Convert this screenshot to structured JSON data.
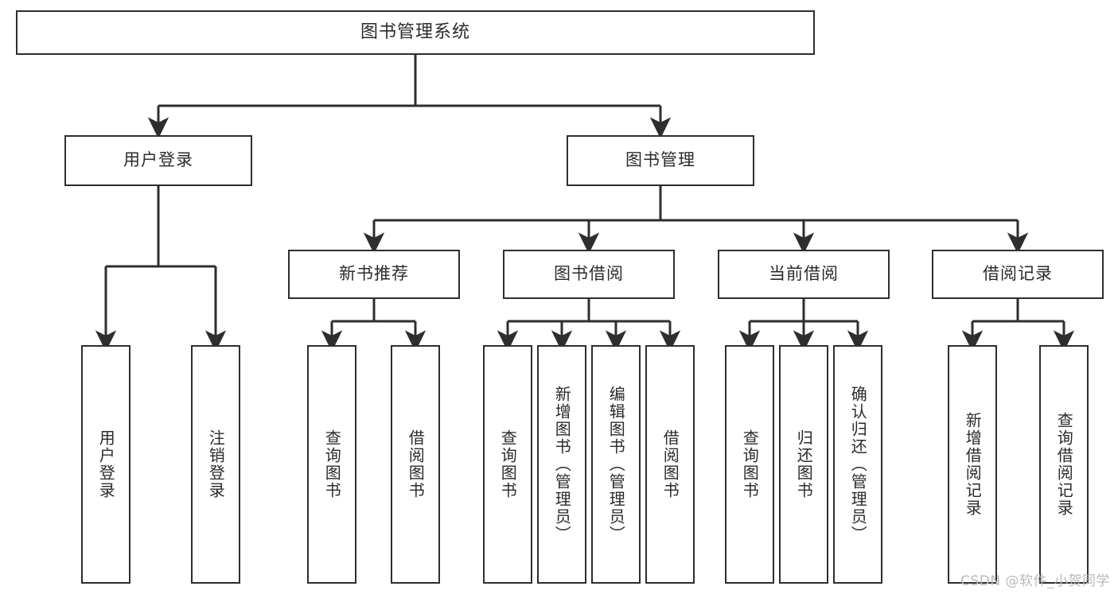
{
  "diagram": {
    "title": "图书管理系统",
    "type": "tree",
    "root": {
      "id": "root",
      "label": "图书管理系统",
      "orientation": "horizontal"
    },
    "level2": [
      {
        "id": "user-login",
        "label": "用户登录",
        "orientation": "horizontal"
      },
      {
        "id": "book-manage",
        "label": "图书管理",
        "orientation": "horizontal"
      }
    ],
    "level3": [
      {
        "id": "new-book-recommend",
        "label": "新书推荐",
        "orientation": "horizontal",
        "parent": "book-manage"
      },
      {
        "id": "book-borrow",
        "label": "图书借阅",
        "orientation": "horizontal",
        "parent": "book-manage"
      },
      {
        "id": "current-borrow",
        "label": "当前借阅",
        "orientation": "horizontal",
        "parent": "book-manage"
      },
      {
        "id": "borrow-record",
        "label": "借阅记录",
        "orientation": "horizontal",
        "parent": "book-manage"
      }
    ],
    "leaves": [
      {
        "id": "leaf-user-login",
        "label": "用户登录",
        "orientation": "vertical",
        "parent": "user-login"
      },
      {
        "id": "leaf-logout-login",
        "label": "注销登录",
        "orientation": "vertical",
        "parent": "user-login"
      },
      {
        "id": "leaf-query-book-1",
        "label": "查询图书",
        "orientation": "vertical",
        "parent": "new-book-recommend"
      },
      {
        "id": "leaf-borrow-book-1",
        "label": "借阅图书",
        "orientation": "vertical",
        "parent": "new-book-recommend"
      },
      {
        "id": "leaf-query-book-2",
        "label": "查询图书",
        "orientation": "vertical",
        "parent": "book-borrow"
      },
      {
        "id": "leaf-add-book",
        "label": "新增图书（管理员）",
        "orientation": "vertical",
        "parent": "book-borrow"
      },
      {
        "id": "leaf-edit-book",
        "label": "编辑图书（管理员）",
        "orientation": "vertical",
        "parent": "book-borrow"
      },
      {
        "id": "leaf-borrow-book-2",
        "label": "借阅图书",
        "orientation": "vertical",
        "parent": "book-borrow"
      },
      {
        "id": "leaf-query-book-3",
        "label": "查询图书",
        "orientation": "vertical",
        "parent": "current-borrow"
      },
      {
        "id": "leaf-return-book",
        "label": "归还图书",
        "orientation": "vertical",
        "parent": "current-borrow"
      },
      {
        "id": "leaf-confirm-return",
        "label": "确认归还（管理员）",
        "orientation": "vertical",
        "parent": "current-borrow"
      },
      {
        "id": "leaf-add-record",
        "label": "新增借阅记录",
        "orientation": "vertical",
        "parent": "borrow-record"
      },
      {
        "id": "leaf-query-record",
        "label": "查询借阅记录",
        "orientation": "vertical",
        "parent": "borrow-record"
      }
    ],
    "edges": [
      {
        "from": "root",
        "to": "user-login"
      },
      {
        "from": "root",
        "to": "book-manage"
      },
      {
        "from": "user-login",
        "to": "leaf-user-login"
      },
      {
        "from": "user-login",
        "to": "leaf-logout-login"
      },
      {
        "from": "book-manage",
        "to": "new-book-recommend"
      },
      {
        "from": "book-manage",
        "to": "book-borrow"
      },
      {
        "from": "book-manage",
        "to": "current-borrow"
      },
      {
        "from": "book-manage",
        "to": "borrow-record"
      },
      {
        "from": "new-book-recommend",
        "to": "leaf-query-book-1"
      },
      {
        "from": "new-book-recommend",
        "to": "leaf-borrow-book-1"
      },
      {
        "from": "book-borrow",
        "to": "leaf-query-book-2"
      },
      {
        "from": "book-borrow",
        "to": "leaf-add-book"
      },
      {
        "from": "book-borrow",
        "to": "leaf-edit-book"
      },
      {
        "from": "book-borrow",
        "to": "leaf-borrow-book-2"
      },
      {
        "from": "current-borrow",
        "to": "leaf-query-book-3"
      },
      {
        "from": "current-borrow",
        "to": "leaf-return-book"
      },
      {
        "from": "current-borrow",
        "to": "leaf-confirm-return"
      },
      {
        "from": "borrow-record",
        "to": "leaf-add-record"
      },
      {
        "from": "borrow-record",
        "to": "leaf-query-record"
      }
    ],
    "colors": {
      "stroke": "#2e2e2e",
      "fill": "#ffffff",
      "text": "#2b2b2b",
      "watermark": "#b9b9b9"
    }
  },
  "watermark": {
    "text": "CSDN @软件_小贺同学"
  }
}
